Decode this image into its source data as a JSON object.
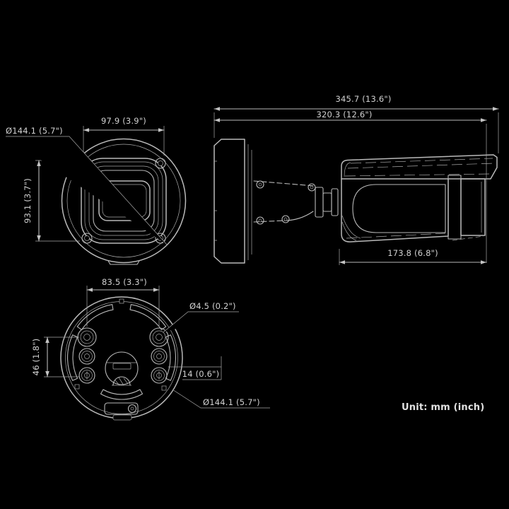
{
  "drawing": {
    "front_view": {
      "width_label": "97.9 (3.9\")",
      "diameter_label": "Ø144.1 (5.7\")",
      "height_label": "93.1 (3.7\")"
    },
    "side_view": {
      "total_length_label": "345.7 (13.6\")",
      "mount_length_label": "320.3 (12.6\")",
      "body_length_label": "173.8 (6.8\")"
    },
    "bottom_view": {
      "hole_span_label": "83.5 (3.3\")",
      "hole_diameter_label": "Ø4.5 (0.2\")",
      "vertical_span_label": "46 (1.8\")",
      "offset_label": "14 (0.6\")",
      "base_diameter_label": "Ø144.1 (5.7\")"
    },
    "footer": {
      "unit_note": "Unit: mm (inch)"
    }
  }
}
